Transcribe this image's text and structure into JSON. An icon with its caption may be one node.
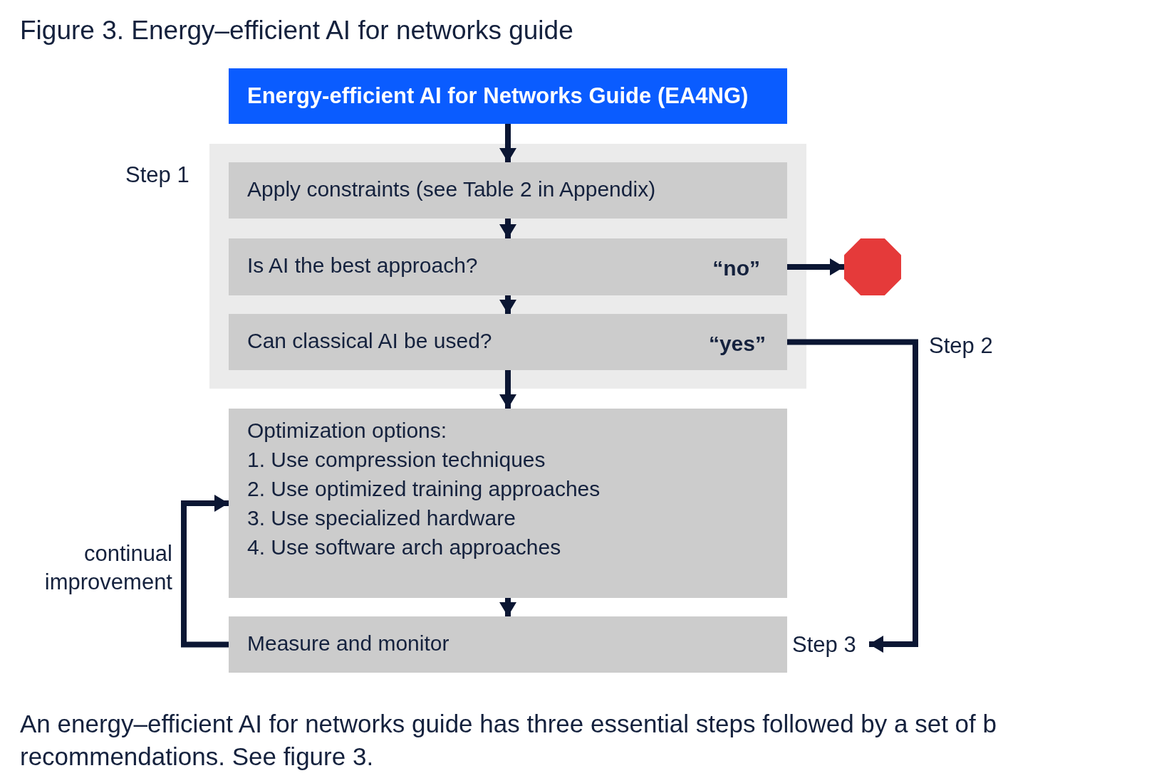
{
  "diagram": {
    "title": "Figure 3. Energy–efficient AI for networks guide",
    "caption": "An energy–efficient AI for networks guide has three essential steps followed by a set of b recommendations. See figure 3.",
    "nodes": [
      {
        "text": [
          "Energy-efficient AI for Networks Guide (EA4NG)"
        ]
      },
      {
        "text": [],
        "shape": "box",
        "beside": [
          "Step 1"
        ]
      },
      {
        "text": [
          "Apply constraints (see Table 2 in Appendix)"
        ],
        "in": 1
      },
      {
        "text": [
          "Is AI the best approach?",
          "“no”"
        ],
        "in": 1
      },
      {
        "text": [
          "Can classical AI be used?",
          "“yes”"
        ],
        "in": 1
      },
      {
        "text": [
          "Optimization options:",
          "1. Use compression techniques",
          "2. Use optimized training approaches",
          "3. Use specialized hardware",
          "4. Use software arch approaches"
        ]
      },
      {
        "text": [
          "Measure and monitor"
        ]
      },
      {
        "text": [],
        "shape": "octagon"
      },
      {
        "text": [
          "Step 3"
        ]
      }
    ],
    "edges": [
      {
        "from": 0,
        "to": 2,
        "arrow": "to"
      },
      {
        "from": 2,
        "to": 3,
        "arrow": "to"
      },
      {
        "from": 3,
        "to": 4,
        "arrow": "to"
      },
      {
        "from": 3,
        "to": 7,
        "arrow": "to"
      },
      {
        "from": 4,
        "to": 8,
        "arrow": "to"
      },
      {
        "from": 4,
        "to": 5,
        "arrow": "to"
      },
      {
        "from": 5,
        "to": 6,
        "arrow": "to"
      },
      {
        "from": 6,
        "to": 5,
        "arrow": "to",
        "label": "continual improvement"
      }
    ],
    "labels": [
      "Step 2"
    ]
  }
}
